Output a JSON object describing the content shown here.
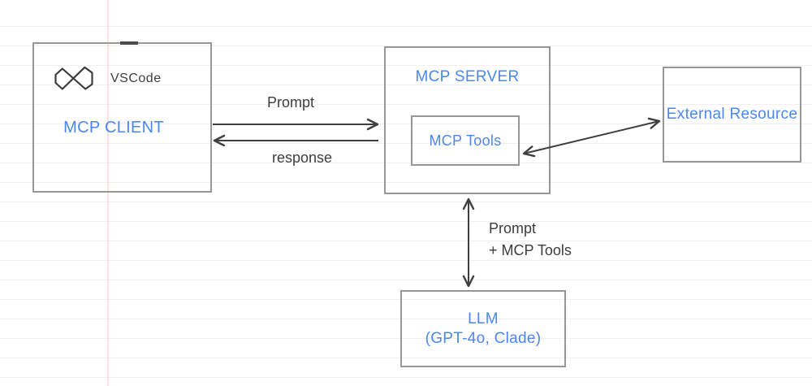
{
  "diagram": {
    "client": {
      "label": "MCP CLIENT",
      "app_name": "VSCode"
    },
    "server": {
      "label": "MCP SERVER"
    },
    "tools": {
      "label": "MCP Tools"
    },
    "external": {
      "label": "External Resource"
    },
    "llm": {
      "label": "LLM",
      "sublabel": "(GPT-4o, Clade)"
    }
  },
  "edges": {
    "client_to_server": {
      "label": "Prompt"
    },
    "server_to_client": {
      "label": "response"
    },
    "server_llm": {
      "label_line1": "Prompt",
      "label_line2": "+ MCP Tools"
    },
    "tools_external": {
      "label": ""
    }
  },
  "colors": {
    "accent_blue": "#4c87f0",
    "box_border": "#979797",
    "arrow": "#3f3f3f",
    "text_dark": "#3d3d3d",
    "grid_line": "#f5eeee",
    "grid_guide_pink": "#fae3e3"
  },
  "icons": {
    "client_app_icon": "vscode-infinity-icon"
  }
}
